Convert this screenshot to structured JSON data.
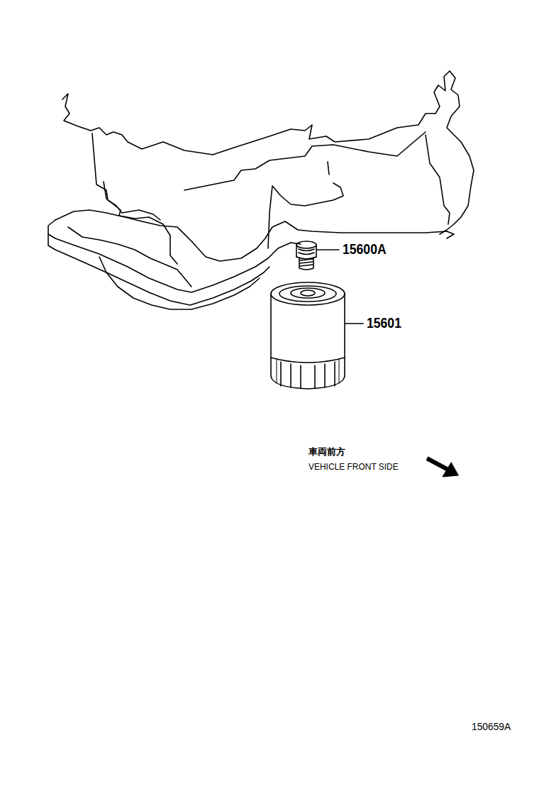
{
  "diagram": {
    "labels": [
      "15600A",
      "15601",
      "車両前方",
      "VEHICLE FRONT SIDE",
      "150659A"
    ]
  }
}
